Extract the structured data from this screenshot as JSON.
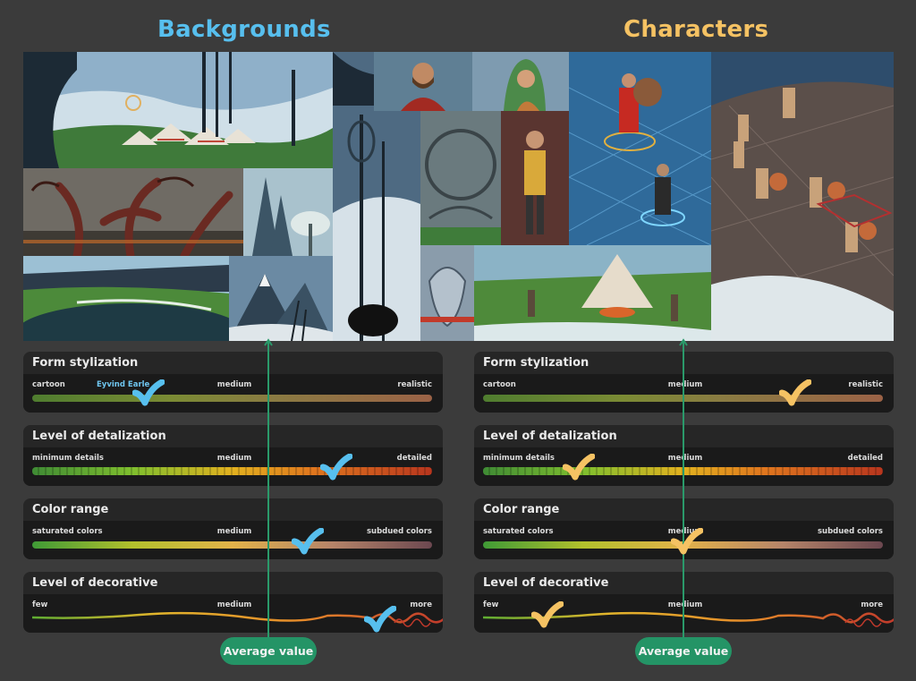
{
  "headings": {
    "backgrounds": "Backgrounds",
    "characters": "Characters"
  },
  "colors": {
    "backgrounds_accent": "#57bfee",
    "characters_accent": "#f5c263",
    "average_button": "#249466"
  },
  "backgrounds_panels": {
    "form": {
      "title": "Form stylization",
      "left": "cartoon",
      "reference": "Eyvind Earle",
      "mid": "medium",
      "right": "realistic",
      "value": 0.29
    },
    "detail": {
      "title": "Level of detalization",
      "left": "minimum details",
      "mid": "medium",
      "right": "detailed",
      "value": 0.76
    },
    "color": {
      "title": "Color range",
      "left": "saturated colors",
      "mid": "medium",
      "right": "subdued colors",
      "value": 0.69
    },
    "decorative": {
      "title": "Level of decorative",
      "left": "few",
      "mid": "medium",
      "right": "more",
      "value": 0.87
    }
  },
  "characters_panels": {
    "form": {
      "title": "Form stylization",
      "left": "cartoon",
      "mid": "medium",
      "right": "realistic",
      "value": 0.78
    },
    "detail": {
      "title": "Level of detalization",
      "left": "minimum details",
      "mid": "medium",
      "right": "detailed",
      "value": 0.24
    },
    "color": {
      "title": "Color range",
      "left": "saturated colors",
      "mid": "medium",
      "right": "subdued colors",
      "value": 0.51
    },
    "decorative": {
      "title": "Level of decorative",
      "left": "few",
      "mid": "medium",
      "right": "more",
      "value": 0.16
    }
  },
  "average": {
    "label": "Average value"
  }
}
